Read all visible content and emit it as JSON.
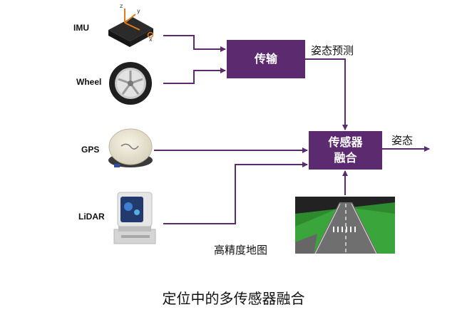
{
  "sensors": {
    "imu": "IMU",
    "wheel": "Wheel",
    "gps": "GPS",
    "lidar": "LiDAR"
  },
  "imu_axes": [
    "z",
    "y",
    "x"
  ],
  "processes": {
    "transfer_line1": "传输",
    "fusion_line1": "传感器",
    "fusion_line2": "融合"
  },
  "outputs": {
    "pose_prediction": "姿态预测",
    "pose": "姿态",
    "hd_map": "高精度地图"
  },
  "caption": "定位中的多传感器融合",
  "colors": {
    "process_fill": "#5b2a6f",
    "arrow": "#5b2a6f"
  }
}
